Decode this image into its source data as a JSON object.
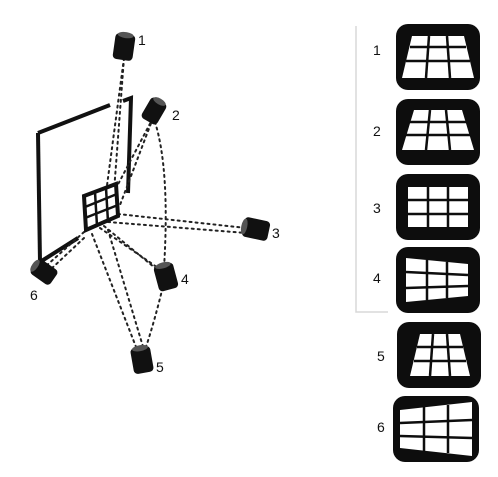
{
  "scene": {
    "cameras": [
      {
        "id": "camera-1",
        "label": "1"
      },
      {
        "id": "camera-2",
        "label": "2"
      },
      {
        "id": "camera-3",
        "label": "3"
      },
      {
        "id": "camera-4",
        "label": "4"
      },
      {
        "id": "camera-5",
        "label": "5"
      },
      {
        "id": "camera-6",
        "label": "6"
      }
    ]
  },
  "views": [
    {
      "label": "1"
    },
    {
      "label": "2"
    },
    {
      "label": "3"
    },
    {
      "label": "4"
    },
    {
      "label": "5"
    },
    {
      "label": "6"
    }
  ]
}
